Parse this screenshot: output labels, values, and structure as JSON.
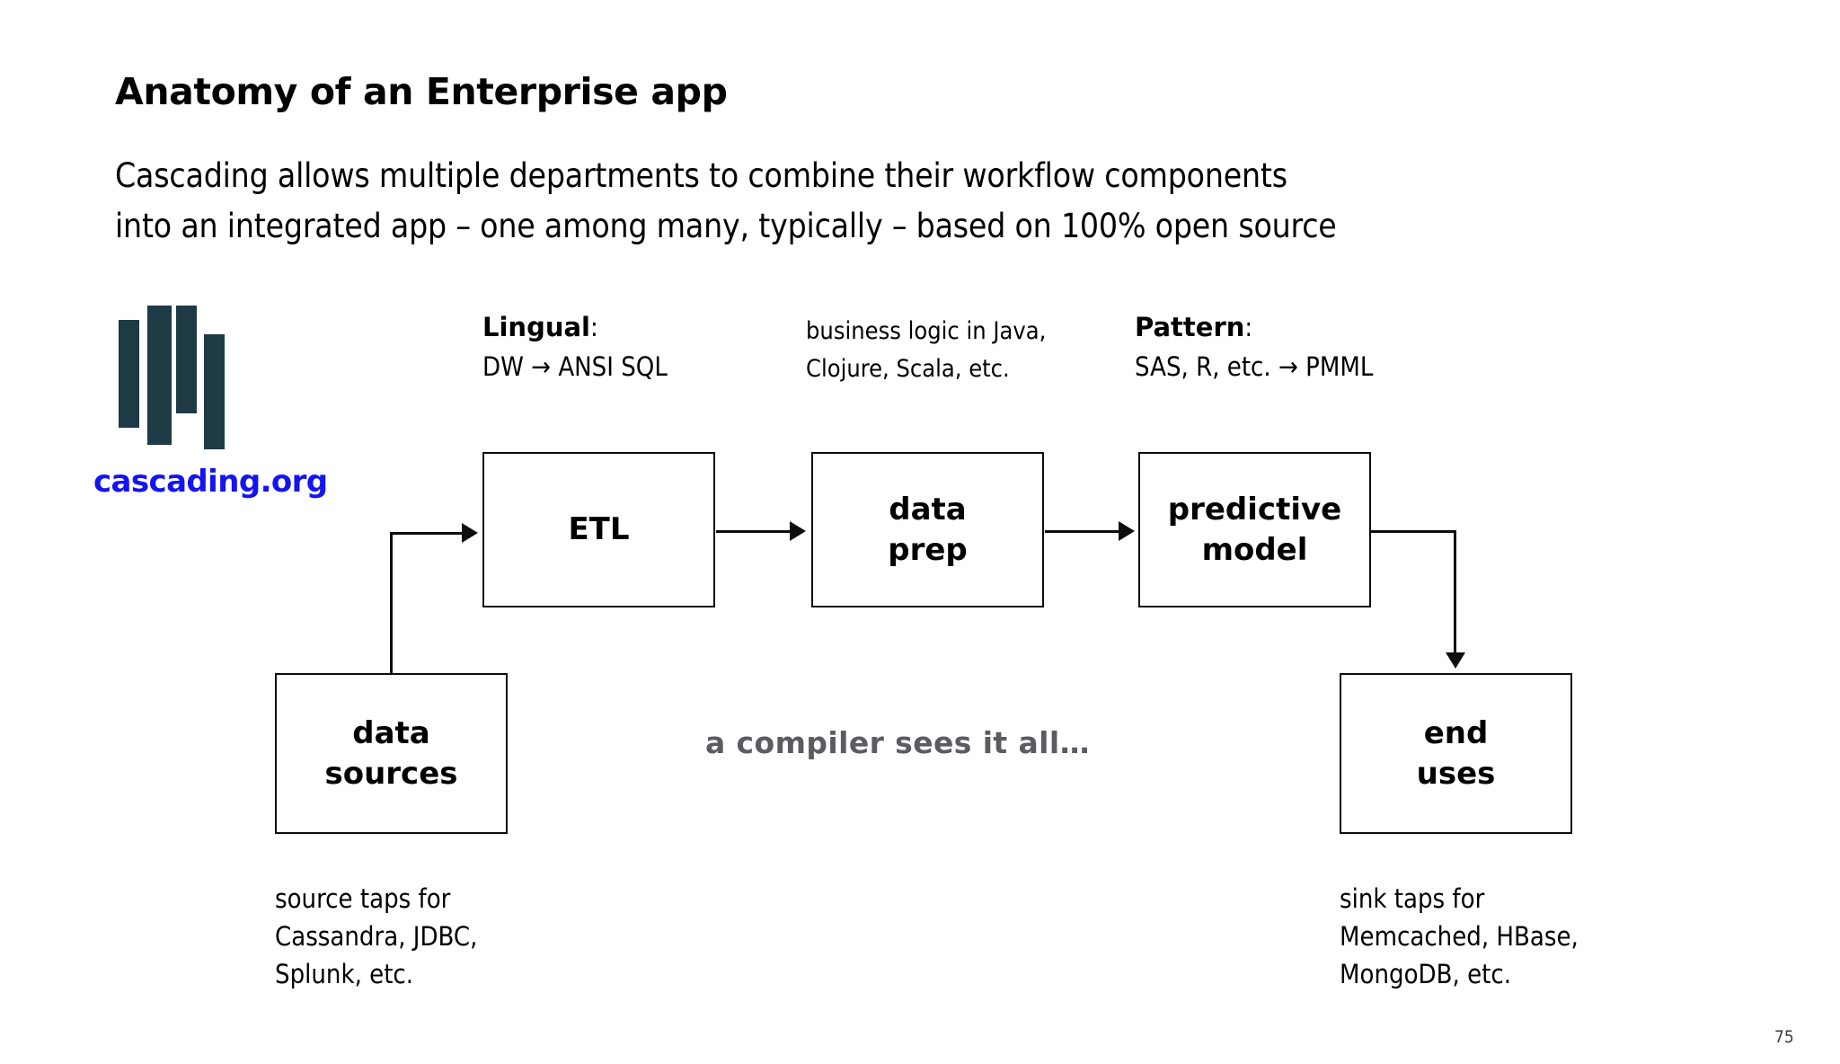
{
  "slide": {
    "title": "Anatomy of an Enterprise app",
    "subtitle_line1": "Cascading allows multiple departments to combine their workflow components",
    "subtitle_line2": "into an integrated app – one among many, typically – based on 100% open source",
    "page_number": "75",
    "background": "#ffffff"
  },
  "logo": {
    "icon_name": "cascading-bars-logo",
    "caption": "cascading.org",
    "bar_color": "#1e3a45",
    "caption_color": "#1414f0"
  },
  "annotations": [
    {
      "name": "lingual",
      "header": "Lingual",
      "header_suffix": ":",
      "detail": "DW → ANSI SQL",
      "bold_header": true
    },
    {
      "name": "business-logic",
      "header": "",
      "header_suffix": "",
      "detail_line1": "business logic in Java,",
      "detail_line2": "Clojure, Scala, etc.",
      "bold_header": false
    },
    {
      "name": "pattern",
      "header": "Pattern",
      "header_suffix": ":",
      "detail": "SAS, R, etc. → PMML",
      "bold_header": true
    }
  ],
  "diagram": {
    "type": "flow",
    "nodes": [
      {
        "id": "data-sources",
        "label_line1": "data",
        "label_line2": "sources"
      },
      {
        "id": "etl",
        "label_line1": "ETL",
        "label_line2": ""
      },
      {
        "id": "data-prep",
        "label_line1": "data",
        "label_line2": "prep"
      },
      {
        "id": "predictive-model",
        "label_line1": "predictive",
        "label_line2": "model"
      },
      {
        "id": "end-uses",
        "label_line1": "end",
        "label_line2": "uses"
      }
    ],
    "edges": [
      {
        "from": "data-sources",
        "to": "etl"
      },
      {
        "from": "etl",
        "to": "data-prep"
      },
      {
        "from": "data-prep",
        "to": "predictive-model"
      },
      {
        "from": "predictive-model",
        "to": "end-uses"
      }
    ],
    "center_note": "a compiler sees it all…",
    "center_note_color": "#5b5b62",
    "stroke_color": "#0d0d0d"
  },
  "captions": {
    "source_taps": {
      "line1": "source taps for",
      "line2": "Cassandra, JDBC,",
      "line3": "Splunk, etc."
    },
    "sink_taps": {
      "line1": "sink taps for",
      "line2": "Memcached, HBase,",
      "line3": "MongoDB, etc."
    }
  }
}
